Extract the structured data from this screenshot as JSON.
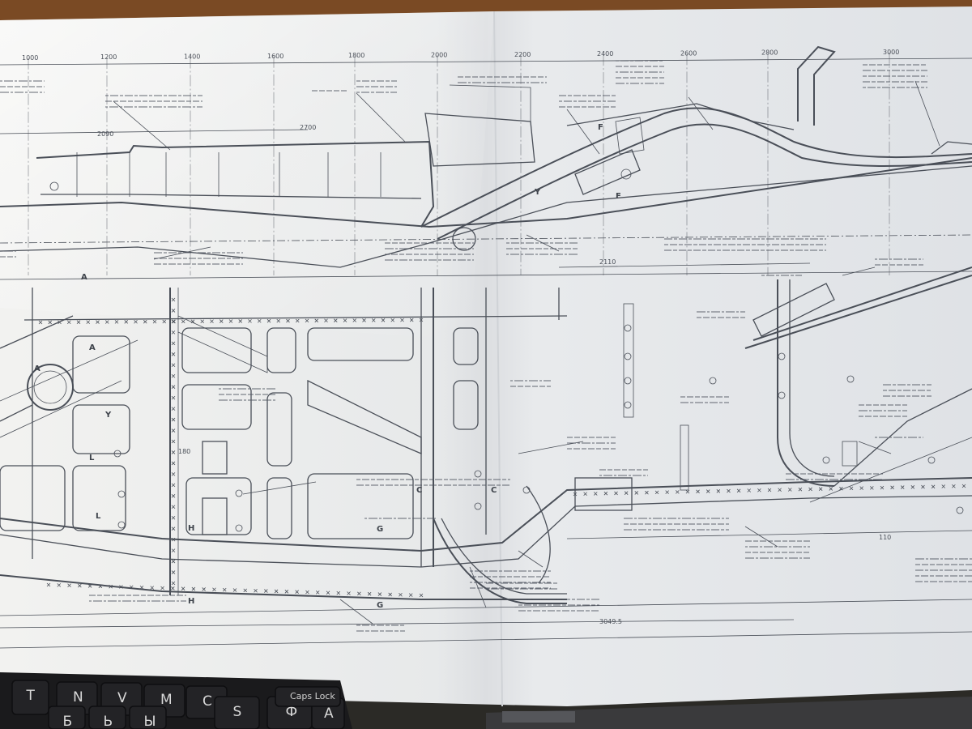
{
  "drawing": {
    "scale_ticks": [
      "1000",
      "1200",
      "1400",
      "1600",
      "1800",
      "2000",
      "2200",
      "2400",
      "2600",
      "2800",
      "3000"
    ],
    "view_letters": [
      "A",
      "A",
      "A",
      "Y",
      "Y",
      "F",
      "F",
      "L",
      "L",
      "H",
      "H",
      "C",
      "C",
      "G",
      "G"
    ],
    "dimension_labels": [
      "2700",
      "2090",
      "2110",
      "110",
      "180",
      "3049.5"
    ]
  },
  "keyboard": {
    "keys": [
      "Т",
      "N",
      "V",
      "M",
      "С",
      "Ь",
      "Б",
      "Ы",
      "S",
      "Ф",
      "А",
      "Caps Lock"
    ]
  },
  "colors": {
    "paper": "#eceef0",
    "ink": "#4a4f58",
    "background": "#2b2a26",
    "keyboard": "#1c1c1e"
  }
}
